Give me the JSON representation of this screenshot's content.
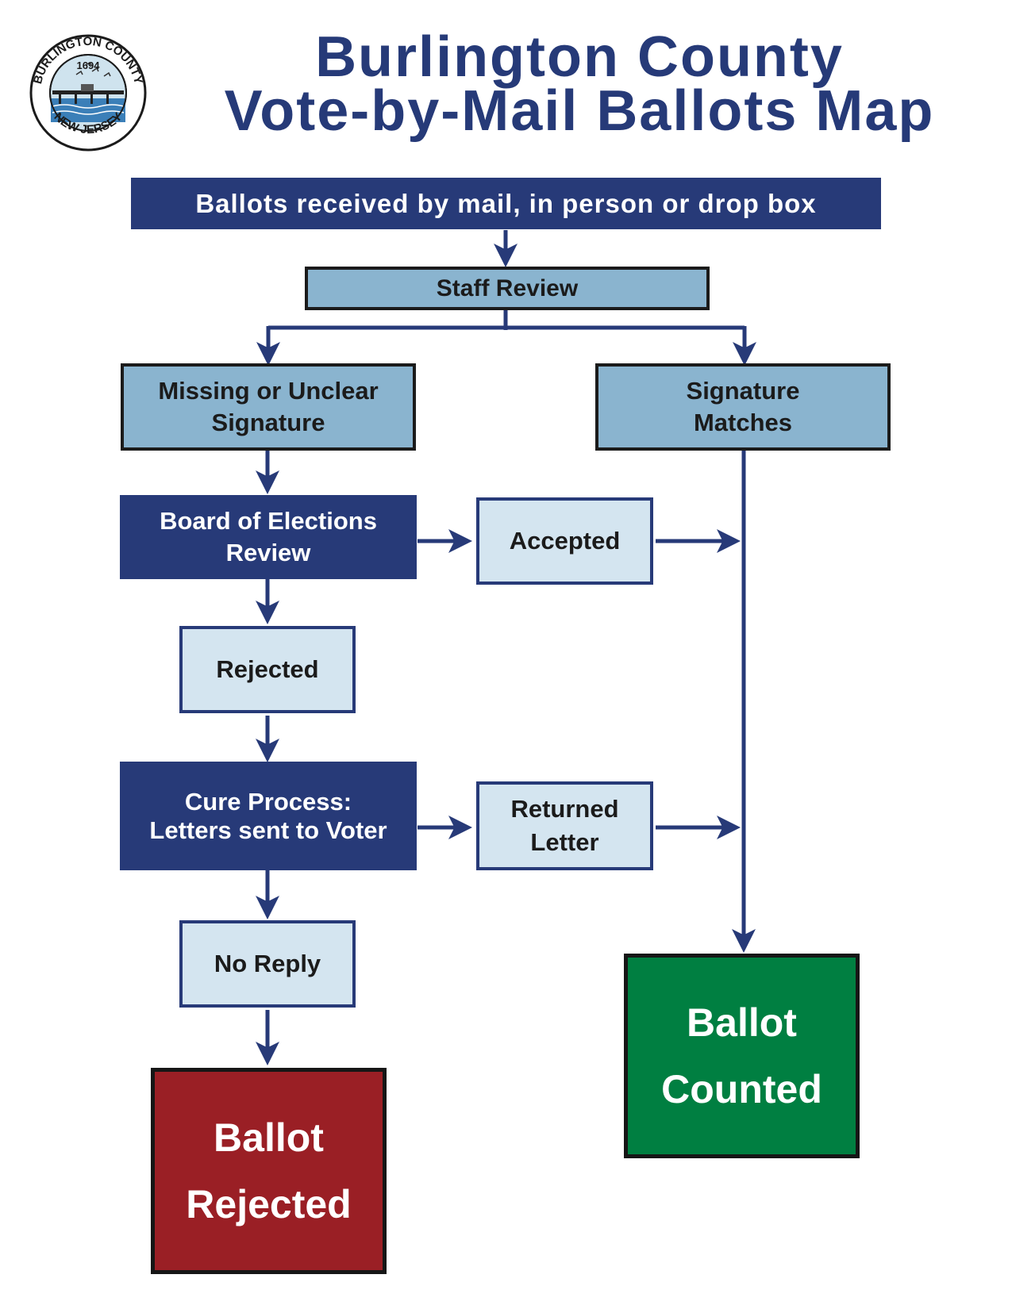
{
  "header": {
    "title_line1": "Burlington County",
    "title_line2": "Vote-by-Mail Ballots Map"
  },
  "seal": {
    "top_text": "BURLINGTON COUNTY",
    "year": "1694",
    "bottom_text": "NEW JERSEY"
  },
  "nodes": {
    "received": {
      "line1": "Ballots received by mail, in person or drop box"
    },
    "staff_review": {
      "line1": "Staff Review"
    },
    "missing_signature": {
      "line1": "Missing or Unclear",
      "line2": "Signature"
    },
    "signature_matches": {
      "line1": "Signature",
      "line2": "Matches"
    },
    "board_review": {
      "line1": "Board of Elections",
      "line2": "Review"
    },
    "accepted": {
      "line1": "Accepted"
    },
    "rejected": {
      "line1": "Rejected"
    },
    "cure_process": {
      "line1": "Cure Process:",
      "line2": "Letters sent to Voter"
    },
    "returned_letter": {
      "line1": "Returned",
      "line2": "Letter"
    },
    "no_reply": {
      "line1": "No Reply"
    },
    "ballot_rejected": {
      "line1": "Ballot",
      "line2": "Rejected"
    },
    "ballot_counted": {
      "line1": "Ballot",
      "line2": "Counted"
    }
  },
  "edges": [
    {
      "from": "received",
      "to": "staff_review"
    },
    {
      "from": "staff_review",
      "to": "missing_signature"
    },
    {
      "from": "staff_review",
      "to": "signature_matches"
    },
    {
      "from": "missing_signature",
      "to": "board_review"
    },
    {
      "from": "board_review",
      "to": "accepted"
    },
    {
      "from": "accepted",
      "to": "ballot_counted"
    },
    {
      "from": "board_review",
      "to": "rejected"
    },
    {
      "from": "rejected",
      "to": "cure_process"
    },
    {
      "from": "cure_process",
      "to": "returned_letter"
    },
    {
      "from": "returned_letter",
      "to": "ballot_counted"
    },
    {
      "from": "cure_process",
      "to": "no_reply"
    },
    {
      "from": "no_reply",
      "to": "ballot_rejected"
    },
    {
      "from": "signature_matches",
      "to": "ballot_counted"
    }
  ],
  "colors": {
    "navy": "#273a78",
    "mid_blue": "#8ab4cf",
    "light_blue": "#d4e5f0",
    "rejected_red": "#9a1f25",
    "counted_green": "#007f41"
  }
}
